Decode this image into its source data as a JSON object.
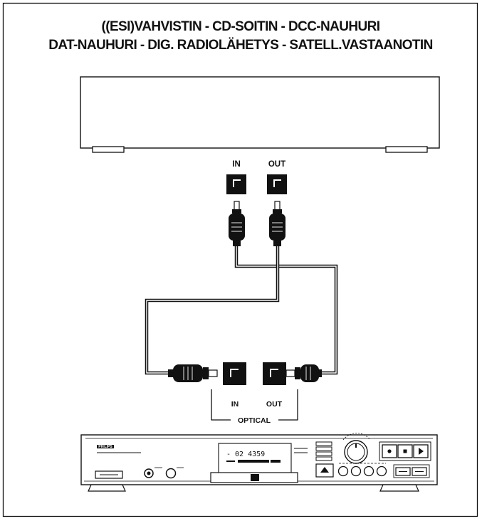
{
  "title": {
    "line1": "((ESI)VAHVISTIN - CD-SOITIN - DCC-NAUHURI",
    "line2": "DAT-NAUHURI - DIG. RADIOLÄHETYS - SATELL.VASTAANOTIN"
  },
  "external_device": {
    "in_label": "IN",
    "out_label": "OUT"
  },
  "recorder": {
    "in_label": "IN",
    "out_label": "OUT",
    "group_label": "OPTICAL",
    "display_text": "- 02 4359",
    "brand": "PHILIPS"
  }
}
